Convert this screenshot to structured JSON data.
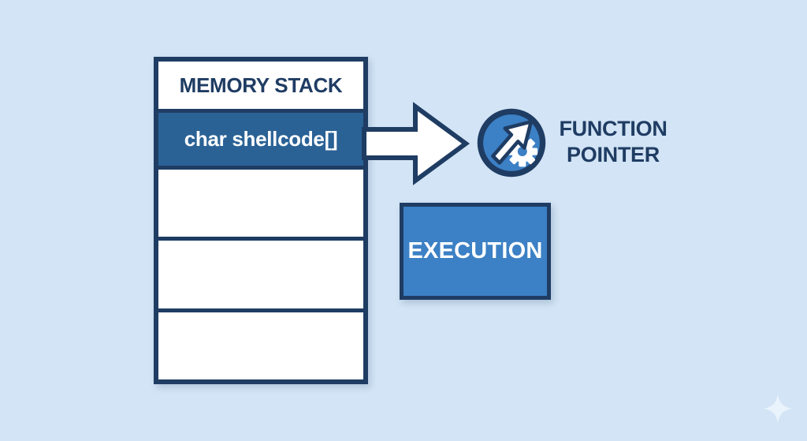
{
  "colors": {
    "bg": "#d2e4f5",
    "navy": "#1f3c63",
    "row-blue": "#2a6296",
    "bright-blue": "#3c80c5",
    "white": "#ffffff",
    "sparkle": "#e9f3fc"
  },
  "memory_stack": {
    "title": "MEMORY STACK",
    "rows": [
      {
        "label": "char shellcode[]",
        "highlighted": true
      },
      {
        "label": "",
        "highlighted": false
      },
      {
        "label": "",
        "highlighted": false
      },
      {
        "label": "",
        "highlighted": false
      }
    ]
  },
  "arrow": {
    "icon": "block-arrow-right"
  },
  "function_pointer": {
    "icon": "cursor-gear-icon",
    "line1": "FUNCTION",
    "line2": "POINTER"
  },
  "execution": {
    "label": "EXECUTION"
  },
  "decoration": {
    "icon": "sparkle-icon"
  }
}
